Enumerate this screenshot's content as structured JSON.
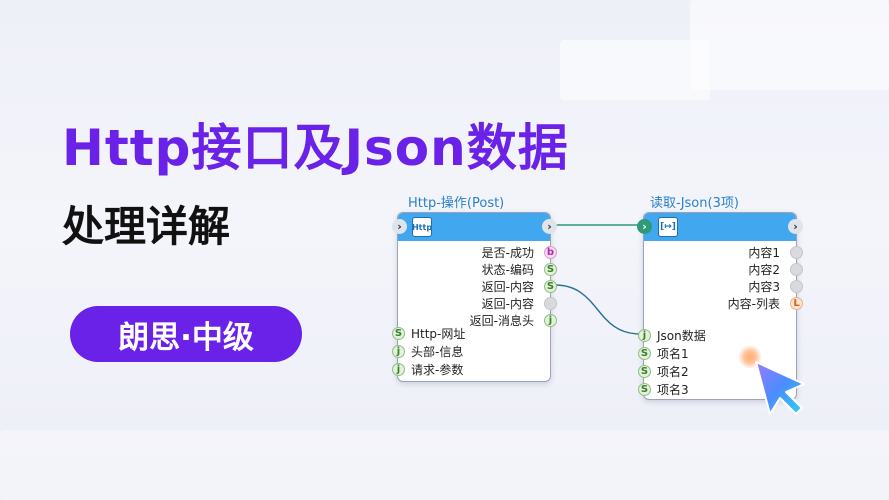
{
  "headline": "Http接口及Json数据",
  "subtitle": "处理详解",
  "pill_label": "朗思·中级",
  "colors": {
    "accent": "#6a22e8",
    "node_header": "#41a8f0",
    "link": "#2f9a78"
  },
  "node1": {
    "title": "Http-操作(Post)",
    "icon_text": "Http",
    "outputs": [
      {
        "label": "是否-成功",
        "port": "b"
      },
      {
        "label": "状态-编码",
        "port": "S"
      },
      {
        "label": "返回-内容",
        "port": "S"
      },
      {
        "label": "返回-内容",
        "port": ""
      },
      {
        "label": "返回-消息头",
        "port": "j"
      }
    ],
    "inputs": [
      {
        "label": "Http-网址",
        "port": "S"
      },
      {
        "label": "头部-信息",
        "port": "j"
      },
      {
        "label": "请求-参数",
        "port": "j"
      }
    ]
  },
  "node2": {
    "title": "读取-Json(3项)",
    "icon_text": "[↦]",
    "outputs": [
      {
        "label": "内容1",
        "port": ""
      },
      {
        "label": "内容2",
        "port": ""
      },
      {
        "label": "内容3",
        "port": ""
      },
      {
        "label": "内容-列表",
        "port": "L"
      }
    ],
    "inputs": [
      {
        "label": "Json数据",
        "port": "j"
      },
      {
        "label": "项名1",
        "port": "S"
      },
      {
        "label": "项名2",
        "port": "S"
      },
      {
        "label": "项名3",
        "port": "S"
      }
    ]
  },
  "arrow_glyph": "›"
}
